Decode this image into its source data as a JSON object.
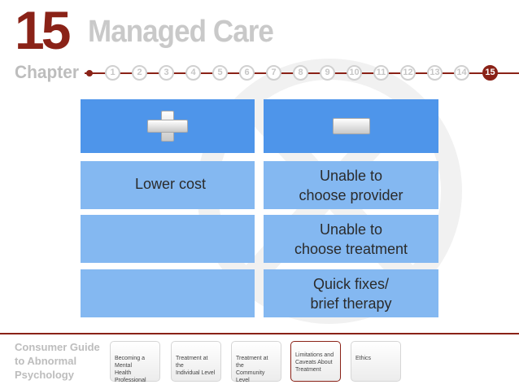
{
  "header": {
    "chapter_number": "15",
    "title": "Managed Care",
    "chapter_word": "Chapter"
  },
  "timeline": {
    "steps": [
      "1",
      "2",
      "3",
      "4",
      "5",
      "6",
      "7",
      "8",
      "9",
      "10",
      "11",
      "12",
      "13",
      "14",
      "15"
    ],
    "active": "15"
  },
  "table": {
    "plus_icon": "plus-icon",
    "minus_icon": "minus-icon",
    "rows": [
      {
        "pro": "Lower cost",
        "con_line1": "Unable to",
        "con_line2": "choose provider"
      },
      {
        "pro": "",
        "con_line1": "Unable to",
        "con_line2": "choose treatment"
      },
      {
        "pro": "",
        "con_line1": "Quick fixes/",
        "con_line2": "brief therapy"
      }
    ]
  },
  "footer": {
    "guide": [
      "Consumer Guide",
      "to Abnormal",
      "Psychology"
    ],
    "tabs": [
      {
        "line1": "Becoming a Mental",
        "line2": "Health Professional",
        "line3": ""
      },
      {
        "line1": "Treatment at the",
        "line2": "Individual Level",
        "line3": ""
      },
      {
        "line1": "Treatment at the",
        "line2": "Community Level",
        "line3": ""
      },
      {
        "line1": "Limitations and",
        "line2": "Caveats About",
        "line3": "Treatment"
      },
      {
        "line1": "Ethics",
        "line2": "",
        "line3": ""
      }
    ],
    "active_tab": "Limitations and Caveats About Treatment"
  },
  "colors": {
    "brand": "#8a2217",
    "header_blue": "#4e95ea",
    "cell_blue": "#84b8f1",
    "gray_text": "#c9c9c9"
  }
}
